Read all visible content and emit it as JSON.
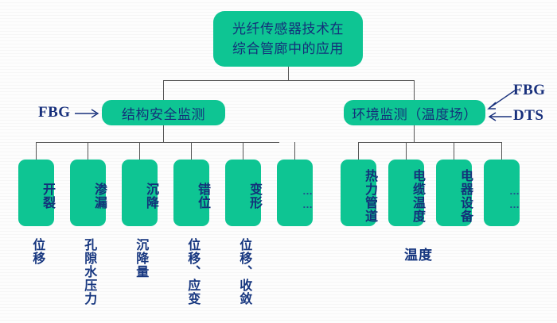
{
  "diagram": {
    "title_node": {
      "line1": "光纤传感器技术在",
      "line2": "综合管廊中的应用"
    },
    "level2": [
      {
        "id": "structural",
        "label": "结构安全监测"
      },
      {
        "id": "environment",
        "label": "环境监测（温度场）"
      }
    ],
    "annotations": [
      {
        "id": "fbg-left",
        "label": "FBG",
        "arrow": "arrow-right-icon"
      },
      {
        "id": "fbg-right",
        "label": "FBG",
        "arrow": "arrow-diagonal-down-left-icon"
      },
      {
        "id": "dts-right",
        "label": "DTS",
        "arrow": "arrow-left-icon"
      }
    ],
    "left_group": {
      "leaves": [
        {
          "box": "开裂",
          "metric": "位移"
        },
        {
          "box": "渗漏",
          "metric": "孔隙水压力"
        },
        {
          "box": "沉降",
          "metric": "沉降量"
        },
        {
          "box": "错位",
          "metric": "位移、应变"
        },
        {
          "box": "变形",
          "metric": "位移、收敛"
        },
        {
          "box": "……",
          "metric": ""
        }
      ]
    },
    "right_group": {
      "leaves": [
        {
          "box": "热力管道"
        },
        {
          "box": "电缆温度"
        },
        {
          "box": "电器设备"
        },
        {
          "box": "……"
        }
      ],
      "metric": "温度"
    },
    "colors": {
      "node_fill": "#0ec593",
      "node_text": "#13317a",
      "label_text": "#16367f",
      "connector": "#555555",
      "background": "#fbfbfb"
    }
  }
}
